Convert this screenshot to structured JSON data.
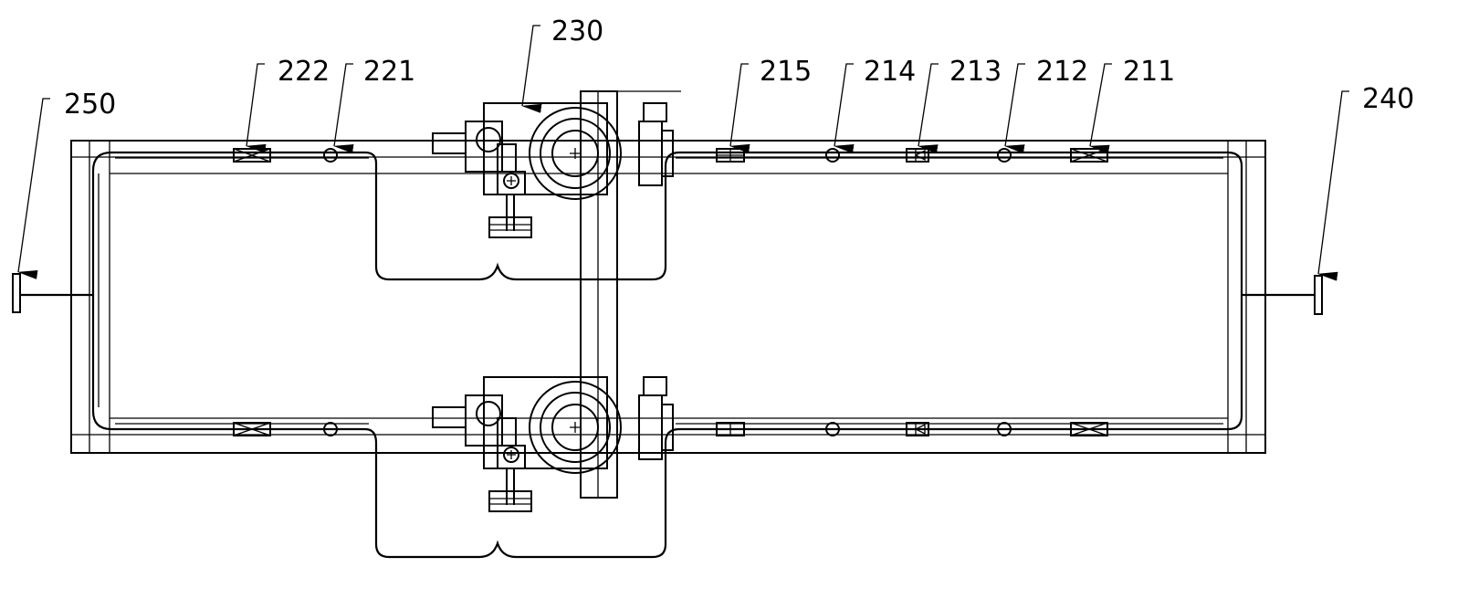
{
  "figure": {
    "labels": [
      {
        "id": "250",
        "text": "250"
      },
      {
        "id": "222",
        "text": "222"
      },
      {
        "id": "221",
        "text": "221"
      },
      {
        "id": "230",
        "text": "230"
      },
      {
        "id": "215",
        "text": "215"
      },
      {
        "id": "214",
        "text": "214"
      },
      {
        "id": "213",
        "text": "213"
      },
      {
        "id": "212",
        "text": "212"
      },
      {
        "id": "211",
        "text": "211"
      },
      {
        "id": "240",
        "text": "240"
      }
    ]
  }
}
